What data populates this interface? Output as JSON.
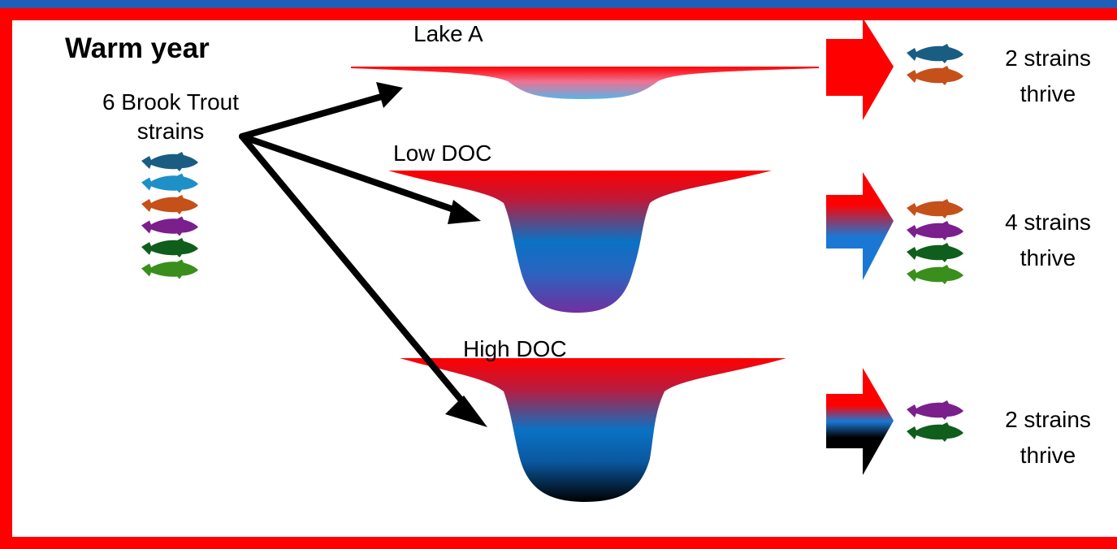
{
  "title": "Warm year",
  "source_label": "6 Brook Trout strains",
  "colors": {
    "frame": "#ff0000",
    "topbar": "#1f5fb8",
    "warm": "#ff0000",
    "cool": "#0a72c4",
    "low_oxygen_low_doc": "#7030a0",
    "low_oxygen_high_doc": "#000000",
    "strain_1": "#1a5d82",
    "strain_2": "#1f8fc8",
    "strain_3": "#c5501a",
    "strain_4": "#7a1f8c",
    "strain_5": "#0f5e1c",
    "strain_6": "#3a8f1c"
  },
  "source_strains": [
    "strain_1",
    "strain_2",
    "strain_3",
    "strain_4",
    "strain_5",
    "strain_6"
  ],
  "lakes": [
    {
      "name": "Lake A",
      "outcome_line1": "2 strains",
      "outcome_line2": "thrive",
      "strains": [
        "strain_1",
        "strain_3"
      ]
    },
    {
      "name": "Low DOC",
      "outcome_line1": "4 strains",
      "outcome_line2": "thrive",
      "strains": [
        "strain_3",
        "strain_4",
        "strain_5",
        "strain_6"
      ]
    },
    {
      "name": "High DOC",
      "outcome_line1": "2 strains",
      "outcome_line2": "thrive",
      "strains": [
        "strain_4",
        "strain_5"
      ]
    }
  ]
}
